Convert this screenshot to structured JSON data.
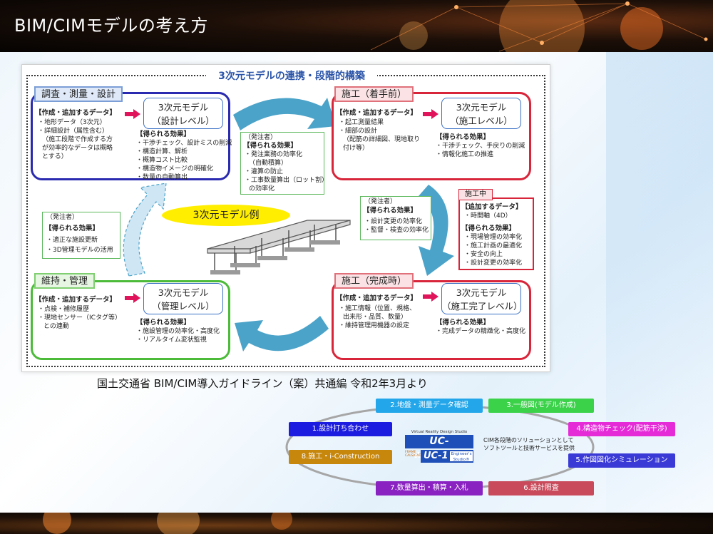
{
  "page": {
    "title": "BIM/CIMモデルの考え方"
  },
  "diagram": {
    "title": "3次元モデルの連携・段階的構築",
    "model_example": "3次元モデル例",
    "survey": {
      "label": "調査・測量・設計",
      "data_head": "【作成・追加するデータ】",
      "data_items": [
        "・地形データ（3次元）",
        "・詳細設計（属性含む）",
        "（施工段階で作成する方",
        "が効率的なデータは概略",
        "とする）"
      ],
      "model": [
        "3次元モデル",
        "（設計レベル）"
      ],
      "effect_head": "【得られる効果】",
      "effect_items": [
        "・干渉チェック、設計ミスの削減",
        "・構造計算、解析",
        "・概算コスト比較",
        "・構造物イメージの明確化",
        "・数量の自動算出"
      ]
    },
    "start": {
      "label": "施工（着手前）",
      "data_head": "【作成・追加するデータ】",
      "data_items": [
        "・起工測量結果",
        "・細部の設計",
        "（配筋の詳細図、現地取り",
        "付け等）"
      ],
      "model": [
        "3次元モデル",
        "（施工レベル）"
      ],
      "effect_head": "【得られる効果】",
      "effect_items": [
        "・干渉チェック、手戻りの削減",
        "・情報化施工の推進"
      ]
    },
    "done": {
      "label": "施工（完成時）",
      "data_head": "【作成・追加するデータ】",
      "data_items": [
        "・施工情報（位置、規格、",
        "出来形・品質、数量）",
        "・維持管理用機器の設定"
      ],
      "model": [
        "3次元モデル",
        "（施工完了レベル）"
      ],
      "effect_head": "【得られる効果】",
      "effect_items": [
        "・完成データの精緻化・高度化"
      ]
    },
    "maint": {
      "label": "維持・管理",
      "data_head": "【作成・追加するデータ】",
      "data_items": [
        "・点検・補修履歴",
        "・現地センサー（ICタグ等）",
        "との連動"
      ],
      "model": [
        "3次元モデル",
        "（管理レベル）"
      ],
      "effect_head": "【得られる効果】",
      "effect_items": [
        "・施設管理の効率化・高度化",
        "・リアルタイム変状監視"
      ]
    },
    "callout_top": {
      "owner": "（発注者）",
      "head": "【得られる効果】",
      "items": [
        "・発注業務の効率化",
        "（自動積算）",
        "・違算の防止",
        "・工事数量算出（ロット割）",
        "の効率化"
      ]
    },
    "callout_right": {
      "owner": "（発注者）",
      "head": "【得られる効果】",
      "items": [
        "・設計変更の効率化",
        "・監督・検査の効率化"
      ]
    },
    "callout_left": {
      "owner": "（発注者）",
      "head": "【得られる効果】",
      "items": [
        "・適正な施設更新",
        "・3D管理モデルの活用"
      ]
    },
    "construction": {
      "label": "施工中",
      "data_head": "【追加するデータ】",
      "data_items": [
        "・時間軸（4D）"
      ],
      "effect_head": "【得られる効果】",
      "effect_items": [
        "・現場管理の効率化",
        "・施工計画の最適化",
        "・安全の向上",
        "・設計変更の効率化"
      ]
    }
  },
  "caption": "国土交通省 BIM/CIM導入ガイドライン（案）共通編 令和2年3月より",
  "workflow": {
    "steps": [
      "1.設計打ち合わせ",
      "2.地盤・測量データ確認",
      "3.一般図(モデル作成)",
      "4.構造物チェック(配筋干渉)",
      "5.作図図化シミュレーション",
      "6.設計照査",
      "7.数量算出・積算・入札",
      "8.施工・i-Construction"
    ],
    "brand": {
      "tagline": "Virtual Reality Design Studio",
      "road": "UC-win/Road",
      "uc1": "UC-1",
      "studio": "Engineer's Studio®",
      "small": "FRAME CALS/CAD"
    },
    "solution_text": [
      "CIM各段階のソリューションとして",
      "ソフトツールと技術サービスを提供"
    ]
  },
  "colors": {
    "survey_border": "#2a2ab0",
    "construction_border": "#d8253a",
    "maint_border": "#4cbb3a",
    "cycle_arrow": "#4ba3c9",
    "highlight_yellow": "#ffee00"
  }
}
